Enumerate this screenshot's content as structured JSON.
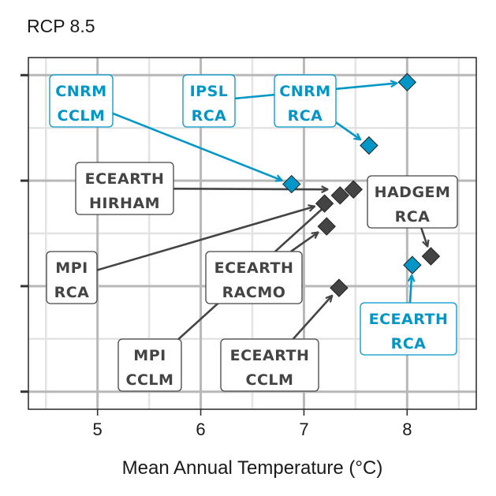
{
  "page": {
    "title": "RCP 8.5"
  },
  "colors": {
    "blue": "#0096c7",
    "dark": "#444444"
  },
  "chart_data": {
    "type": "scatter",
    "title": "RCP 8.5",
    "xlabel": "Mean Annual Temperature (°C)",
    "ylabel": "",
    "xlim": [
      4.33,
      8.67
    ],
    "ylim": [
      0.0,
      1.0
    ],
    "x_ticks": [
      5,
      6,
      7,
      8
    ],
    "x_minor": [
      4.5,
      5.5,
      6.5,
      7.5,
      8.5
    ],
    "y_ticks": [
      0.05,
      0.35,
      0.65,
      0.95
    ],
    "y_minor": [
      0.2,
      0.5,
      0.8
    ],
    "grid": true,
    "points": [
      {
        "model": "CNRM CCLM",
        "x": 6.88,
        "y": 0.64,
        "color": "blue"
      },
      {
        "model": "IPSL RCA",
        "x": 8.0,
        "y": 0.93,
        "color": "blue"
      },
      {
        "model": "CNRM RCA",
        "x": 7.63,
        "y": 0.75,
        "color": "blue"
      },
      {
        "model": "ECEARTH RCA",
        "x": 8.05,
        "y": 0.41,
        "color": "blue"
      },
      {
        "model": "ECEARTH HIRHAM",
        "x": 7.48,
        "y": 0.625,
        "color": "dark"
      },
      {
        "model": "MPI RCA",
        "x": 7.2,
        "y": 0.585,
        "color": "dark"
      },
      {
        "model": "ECEARTH RACMO",
        "x": 7.35,
        "y": 0.608,
        "color": "dark"
      },
      {
        "model": "HADGEM RCA",
        "x": 8.23,
        "y": 0.435,
        "color": "dark"
      },
      {
        "model": "MPI CCLM",
        "x": 7.22,
        "y": 0.52,
        "color": "dark"
      },
      {
        "model": "ECEARTH CCLM",
        "x": 7.34,
        "y": 0.345,
        "color": "dark"
      }
    ],
    "labels": [
      {
        "line1": "CNRM",
        "line2": "CCLM",
        "color": "blue"
      },
      {
        "line1": "IPSL",
        "line2": "RCA",
        "color": "blue"
      },
      {
        "line1": "CNRM",
        "line2": "RCA",
        "color": "blue"
      },
      {
        "line1": "ECEARTH",
        "line2": "HIRHAM",
        "color": "dark"
      },
      {
        "line1": "HADGEM",
        "line2": "RCA",
        "color": "dark"
      },
      {
        "line1": "MPI",
        "line2": "RCA",
        "color": "dark"
      },
      {
        "line1": "ECEARTH",
        "line2": "RACMO",
        "color": "dark"
      },
      {
        "line1": "MPI",
        "line2": "CCLM",
        "color": "dark"
      },
      {
        "line1": "ECEARTH",
        "line2": "CCLM",
        "color": "dark"
      },
      {
        "line1": "ECEARTH",
        "line2": "RCA",
        "color": "blue"
      }
    ]
  }
}
